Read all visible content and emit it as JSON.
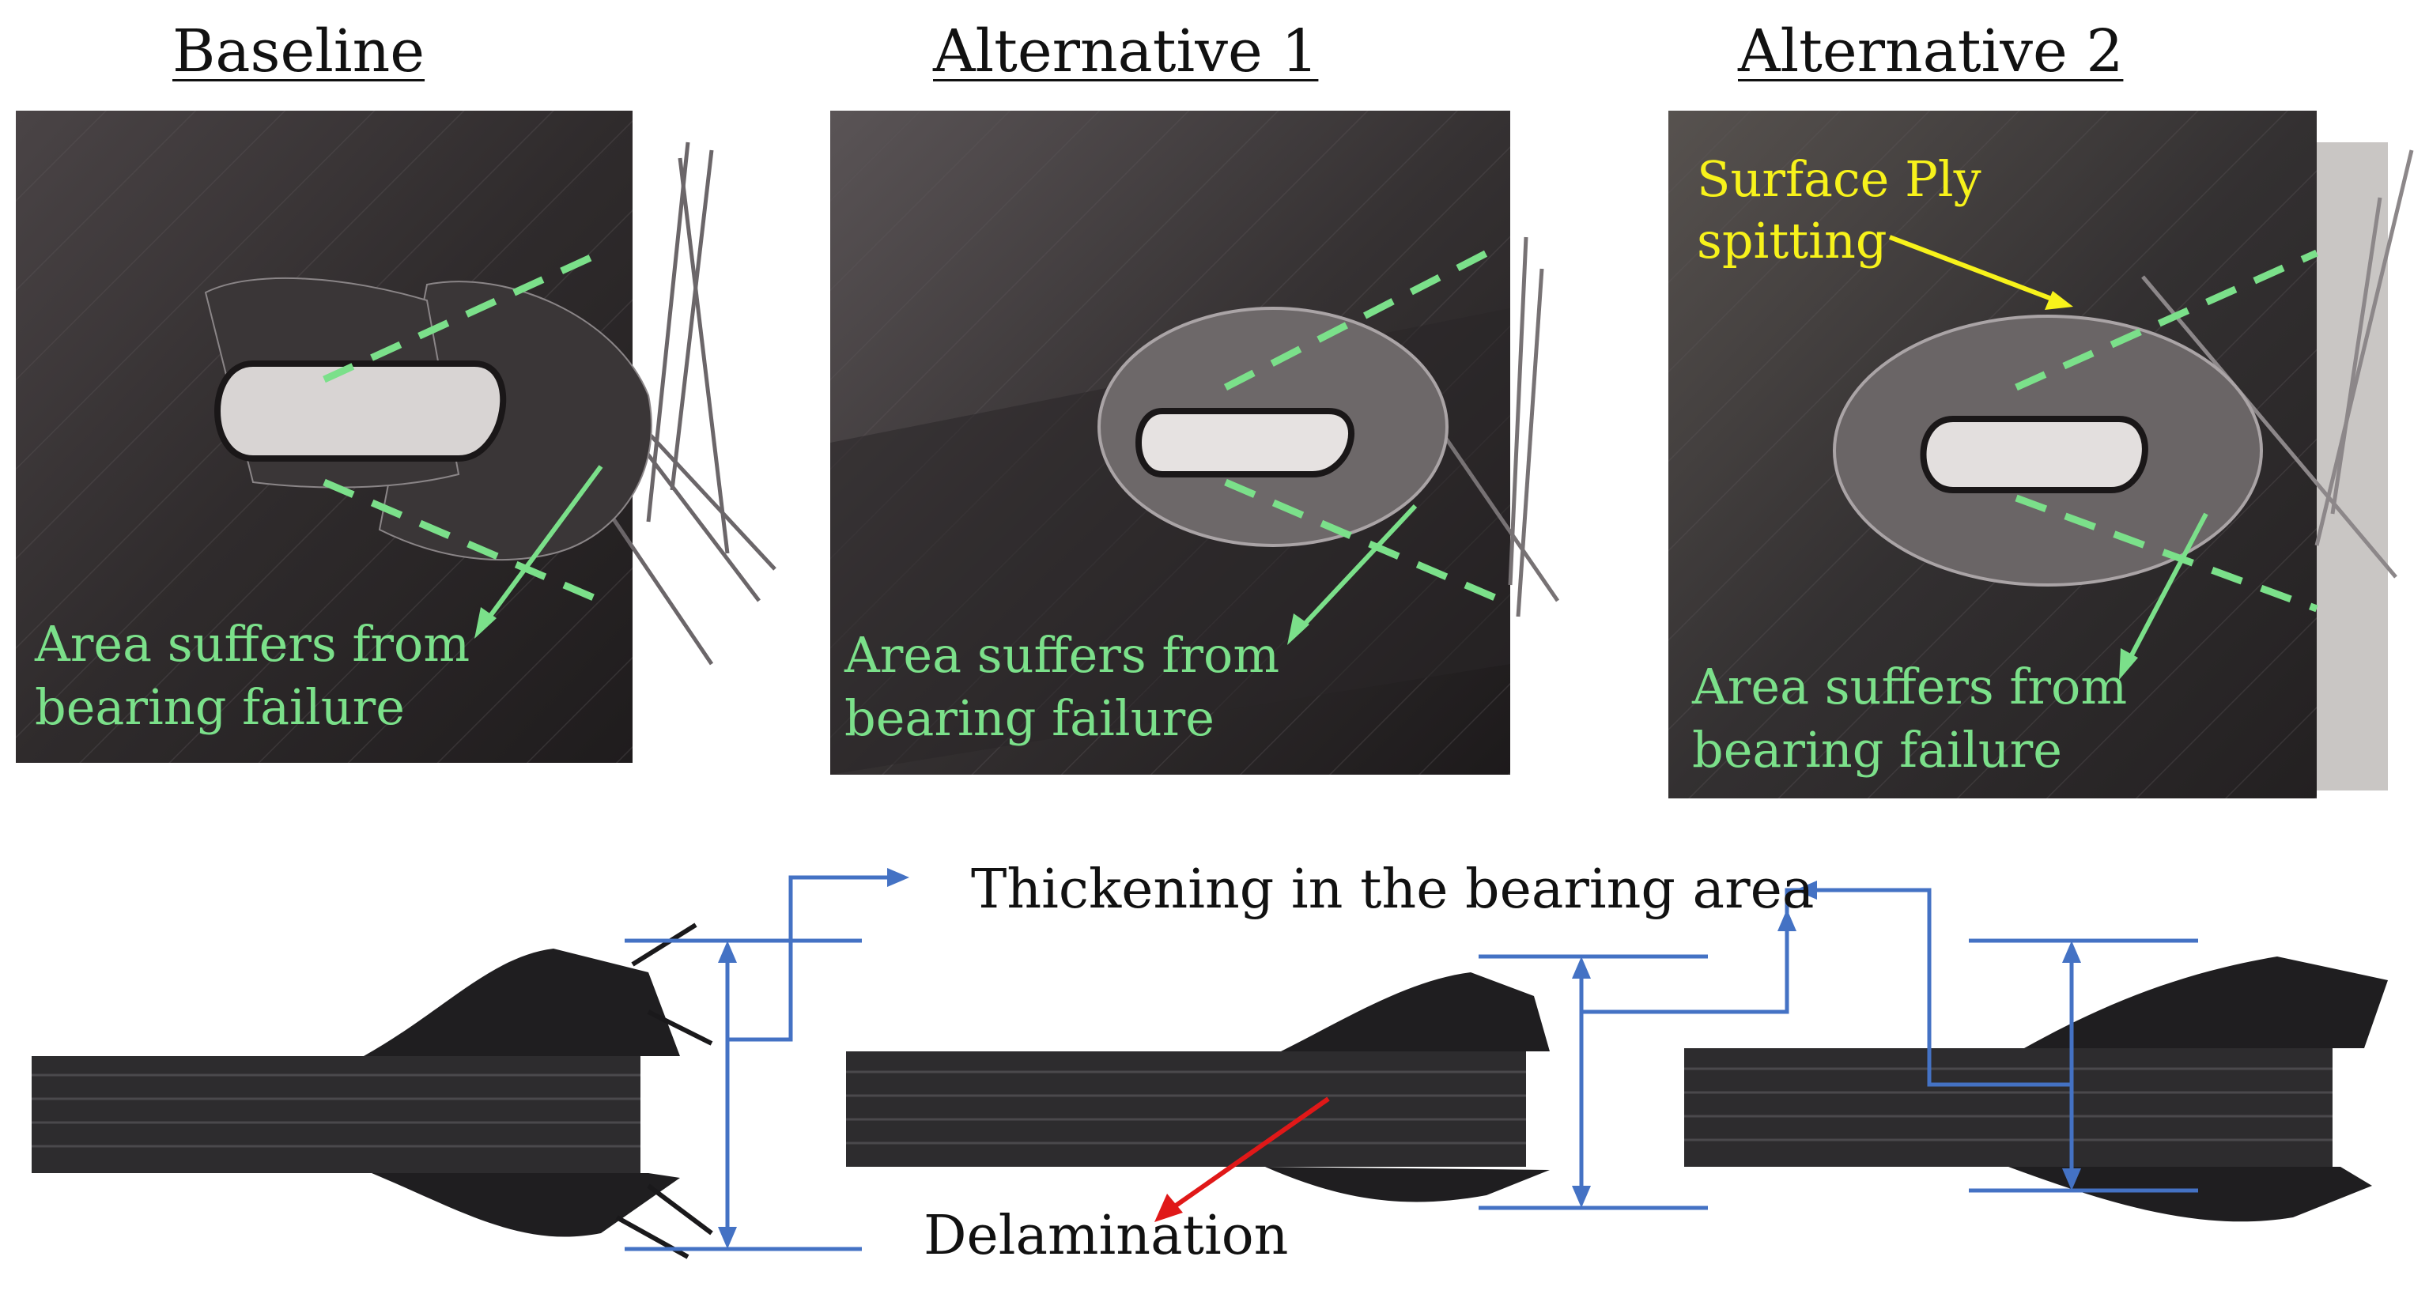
{
  "panels": [
    {
      "title": "Baseline",
      "annotation_line1": "Area suffers from",
      "annotation_line2": "bearing failure"
    },
    {
      "title": "Alternative 1",
      "annotation_line1": "Area suffers from",
      "annotation_line2": "bearing failure"
    },
    {
      "title": "Alternative 2",
      "annotation_line1": "Area suffers from",
      "annotation_line2": "bearing failure",
      "extra_line1": "Surface Ply",
      "extra_line2": "spitting"
    }
  ],
  "bottom": {
    "thickening_label": "Thickening in the bearing area",
    "delamination_label": "Delamination"
  },
  "colors": {
    "annotation_green": "#7be08a",
    "annotation_yellow": "#f7f21b",
    "arrow_red": "#e01818",
    "dimension_blue": "#4472c4",
    "plate_dark": "#2e2b2c"
  }
}
